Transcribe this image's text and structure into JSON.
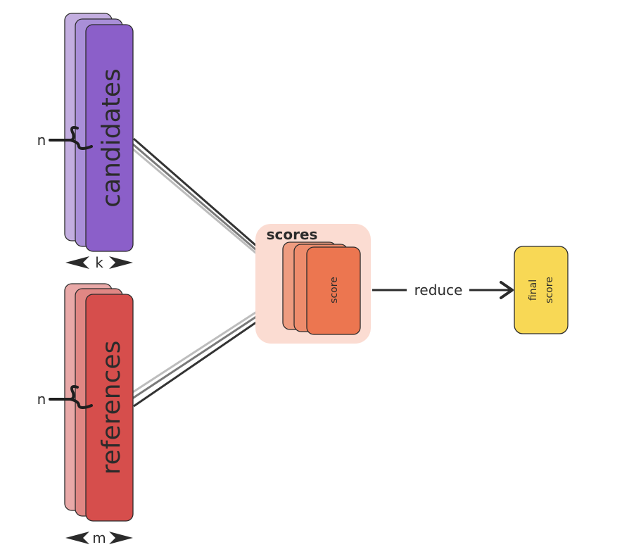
{
  "candidates": {
    "label": "candidates",
    "dim_label": "n",
    "width_label": "k",
    "colors": {
      "back": "#c3aee0",
      "mid": "#a98fd8",
      "front": "#8b5fc9"
    }
  },
  "references": {
    "label": "references",
    "dim_label": "n",
    "width_label": "m",
    "colors": {
      "back": "#e9a9a8",
      "mid": "#e08784",
      "front": "#d64e4c"
    }
  },
  "scores": {
    "title": "scores",
    "item_label": "score",
    "colors": {
      "bg": "#fbdcd2",
      "back": "#ee9c80",
      "mid": "#ee8c6c",
      "front": "#ec7650"
    }
  },
  "reduce": {
    "label": "reduce"
  },
  "final": {
    "line1": "final",
    "line2": "score",
    "color": "#f8d855"
  }
}
